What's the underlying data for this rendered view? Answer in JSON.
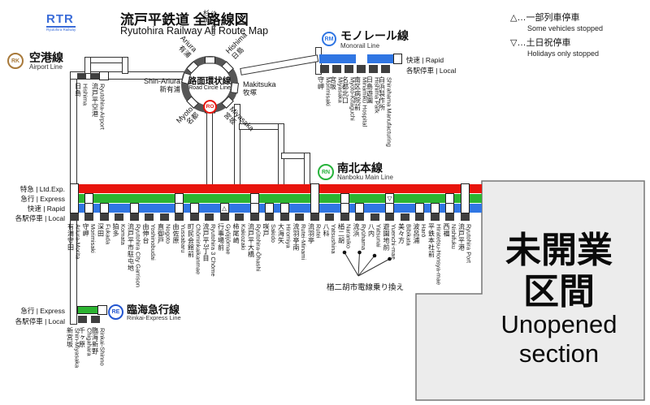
{
  "header": {
    "logo": "RTR",
    "logo_caption": "Ryutohira Railway",
    "title": "流戸平鉄道 全路線図",
    "subtitle": "Ryutohira Railway All Route Map",
    "logo_color": "#3a6cd8"
  },
  "legend": [
    {
      "symbol": "△",
      "jp": "…一部列車停車",
      "en": "Some vehicles stopped"
    },
    {
      "symbol": "▽",
      "jp": "…土日祝停車",
      "en": "Holidays only stopped"
    }
  ],
  "lines": {
    "airport": {
      "badge": "RK",
      "color": "#a8793a",
      "name_jp": "空港線",
      "name_en": "Airport Line",
      "stations": [
        {
          "jp": "日島",
          "en": "Hishima"
        },
        {
          "jp": "流戸平空港",
          "en": "Ryutohira-Airport"
        }
      ]
    },
    "circle": {
      "badge": "RO",
      "color": "#e8140c",
      "name_jp": "路面環状線",
      "name_en": "Road Circle Line",
      "ring_color": "#565656",
      "stations": [
        {
          "jp": "杉城",
          "en": "Sugishiro"
        },
        {
          "jp": "有浦",
          "en": "Ariura"
        },
        {
          "jp": "日島",
          "en": "Hishima"
        },
        {
          "jp": "牧塚",
          "en": "Makitsuka"
        },
        {
          "jp": "宮坂",
          "en": "Miyasaka"
        },
        {
          "jp": "名都",
          "en": "Myoto"
        },
        {
          "jp": "新有浦",
          "en": "Shin-Ariura"
        }
      ]
    },
    "monorail": {
      "badge": "RM",
      "color": "#3076e3",
      "name_jp": "モノレール線",
      "name_en": "Monorail Line",
      "services": [
        "快速 | Rapid",
        "各駅停車 | Local"
      ],
      "service_colors": {
        "rapid": "#3076e3",
        "local": "#3f3f3f"
      },
      "stations": [
        {
          "jp": "守岬",
          "en": "Morimisaki"
        },
        {
          "jp": "宮坂",
          "en": "Miyasaka"
        },
        {
          "jp": "名都北口",
          "en": "Myoto-Kitaguchi"
        },
        {
          "jp": "南区病院前",
          "en": "Minamiku Hospital"
        },
        {
          "jp": "日島遊園",
          "en": "Hishima Park"
        },
        {
          "jp": "白浜製作所",
          "en": "Shirahama Manufacturing"
        }
      ]
    },
    "main": {
      "badge": "RN",
      "color": "#27b33b",
      "name_jp": "南北本線",
      "name_en": "Nanboku Main Line",
      "services": [
        "特急 | Ltd.Exp.",
        "急行 | Express",
        "快速 | Rapid",
        "各駅停車 | Local"
      ],
      "service_colors": {
        "ltd": "#e8140c",
        "exp": "#2cb431",
        "rapid": "#3076e3",
        "local": "#3f3f3f"
      },
      "stations": [
        {
          "jp": "有浦守田",
          "en": "Ariura-Morita",
          "stops": "major"
        },
        {
          "jp": "守岬",
          "en": "Morimisaki",
          "stops": [
            "exp",
            "rapid"
          ]
        },
        {
          "jp": "深田",
          "en": "Fukada",
          "stops": [
            "rapid"
          ]
        },
        {
          "jp": "狛多",
          "en": "Komata",
          "stops": []
        },
        {
          "jp": "流戸平市駐屯地",
          "en": "Ryutohira City Garrison",
          "stops": [
            "rapid"
          ]
        },
        {
          "jp": "由伸台",
          "en": "Yoshinobudai",
          "stops": []
        },
        {
          "jp": "直御戸",
          "en": "Nogoto",
          "stops": []
        },
        {
          "jp": "由佐原",
          "en": "Yussabaru",
          "stops": [
            "exp",
            "rapid"
          ]
        },
        {
          "jp": "町民会館前",
          "en": "Chōminkaikanmae",
          "stops": [
            "rapid"
          ]
        },
        {
          "jp": "流戸平3丁目",
          "en": "Ryutohira 3 Chōme",
          "stops": []
        },
        {
          "jp": "行事場前",
          "en": "Gyōjijōmae",
          "stops": [
            "rapid"
          ],
          "mark": {
            "symbol": "△",
            "service": "rapid"
          }
        },
        {
          "jp": "柿尾崎",
          "en": "Kakiozaki",
          "stops": []
        },
        {
          "jp": "流戸平大橋",
          "en": "Ryūtohira-Ōhashi",
          "stops": [
            "exp",
            "rapid"
          ]
        },
        {
          "jp": "咲戸",
          "en": "Sakido",
          "stops": [
            "rapid"
          ]
        },
        {
          "jp": "大海矢",
          "en": "Hiromiya",
          "stops": [
            "rapid"
          ]
        },
        {
          "jp": "流羽亭南",
          "en": "Rutei-Minami",
          "stops": []
        },
        {
          "jp": "流羽亭",
          "en": "Rutei",
          "stops": "major"
        },
        {
          "jp": "八科",
          "en": "Yatsushina",
          "stops": []
        },
        {
          "jp": "楢二胡",
          "en": "Naraniko",
          "stops": [
            "exp",
            "rapid"
          ]
        },
        {
          "jp": "流浜",
          "en": "Ryūhama",
          "stops": [
            "rapid"
          ]
        },
        {
          "jp": "八内",
          "en": "Yatsunai",
          "stops": []
        },
        {
          "jp": "遊園地前",
          "en": "Yuenchi-mae",
          "stops": [
            "exp",
            "rapid"
          ],
          "mark": {
            "symbol": "▽",
            "service": "exp"
          }
        },
        {
          "jp": "美々方",
          "en": "Bibikata",
          "stops": []
        },
        {
          "jp": "波呂浦",
          "en": "Harō",
          "stops": [
            "rapid"
          ]
        },
        {
          "jp": "平鉄本社前",
          "en": "Hiratetsu-Honsya-mae",
          "stops": [
            "rapid"
          ]
        },
        {
          "jp": "西福",
          "en": "Nishifuku",
          "stops": [
            "exp",
            "rapid"
          ]
        },
        {
          "jp": "流戸平港",
          "en": "Ryutohira Port",
          "stops": "major"
        }
      ]
    },
    "rinkai": {
      "badge": "RE",
      "color": "#2255d0",
      "name_jp": "臨海急行線",
      "name_en": "Rinkai-Express Line",
      "services": [
        "急行 | Express",
        "各駅停車 | Local"
      ],
      "service_colors": {
        "exp": "#2cb431",
        "local": "#3f3f3f"
      },
      "stations": [
        {
          "jp": "新宮坂",
          "en": "Shin-Miyasaka"
        },
        {
          "jp": "千ヶ原",
          "en": "Chigahara"
        },
        {
          "jp": "臨海新野",
          "en": "Rinkai-Shinno"
        }
      ]
    }
  },
  "transfer_note": {
    "text": "楢二胡市電線乗り換え",
    "station_indexes": [
      18,
      19,
      20,
      21
    ]
  },
  "unopened": {
    "jp1": "未開業",
    "jp2": "区間",
    "en1": "Unopened",
    "en2": "section",
    "fill": "#ececec",
    "border": "#777777"
  }
}
